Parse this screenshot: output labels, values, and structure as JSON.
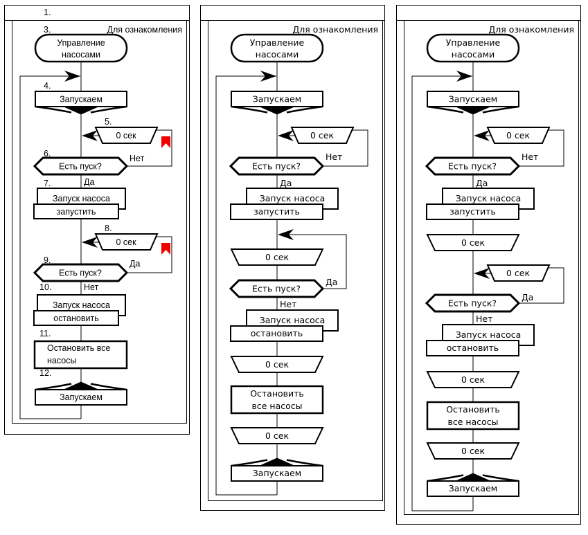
{
  "colors": {
    "line": "#000000",
    "fill": "#ffffff",
    "bookmark": "#f20000"
  },
  "panels": {
    "left": {
      "band_label": "1.",
      "watermark": "Для ознакомления",
      "numbers": {
        "title": "3.",
        "loop_start": "4.",
        "wait1": "5.",
        "q1": "6.",
        "pair1": "7.",
        "wait2": "8.",
        "q2": "9.",
        "pair2": "10.",
        "stop_all": "11.",
        "loop_end": "12."
      },
      "nodes": {
        "title_line1": "Управление",
        "title_line2": "насосами",
        "loop_start": "Запускаем",
        "wait1": "0 сек",
        "q1": "Есть пуск?",
        "q1_no": "Нет",
        "q1_yes": "Да",
        "pair1_top": "Запуск насоса",
        "pair1_bottom": "запустить",
        "wait2": "0 сек",
        "q2": "Есть пуск?",
        "q2_yes": "Да",
        "q2_no": "Нет",
        "pair2_top": "Запуск насоса",
        "pair2_bottom": "остановить",
        "stop_line1": "Остановить все",
        "stop_line2": "насосы",
        "loop_end": "Запускаем"
      }
    },
    "middle": {
      "watermark": "Для ознакомления",
      "nodes": {
        "title_line1": "Управление",
        "title_line2": "насосами",
        "loop_start": "Запускаем",
        "wait1": "0 сек",
        "q1": "Есть пуск?",
        "q1_no": "Нет",
        "q1_yes": "Да",
        "pair1_top": "Запуск насоса",
        "pair1_bottom": "запустить",
        "wait2": "0 сек",
        "q2": "Есть пуск?",
        "q2_yes": "Да",
        "q2_no": "Нет",
        "pair2_top": "Запуск насоса",
        "pair2_bottom": "остановить",
        "wait3": "0 сек",
        "stop_line1": "Остановить",
        "stop_line2": "все насосы",
        "wait4": "0 сек",
        "loop_end": "Запускаем"
      }
    },
    "right": {
      "watermark": "Для ознакомления",
      "nodes": {
        "title_line1": "Управление",
        "title_line2": "насосами",
        "loop_start": "Запускаем",
        "wait1": "0 сек",
        "q1": "Есть пуск?",
        "q1_no": "Нет",
        "q1_yes": "Да",
        "pair1_top": "Запуск насоса",
        "pair1_bottom": "запустить",
        "wait2": "0 сек",
        "wait3": "0 сек",
        "q2": "Есть пуск?",
        "q2_yes": "Да",
        "q2_no": "Нет",
        "pair2_top": "Запуск насоса",
        "pair2_bottom": "остановить",
        "wait4": "0 сек",
        "stop_line1": "Остановить",
        "stop_line2": "все насосы",
        "wait5": "0 сек",
        "loop_end": "Запускаем"
      }
    }
  }
}
